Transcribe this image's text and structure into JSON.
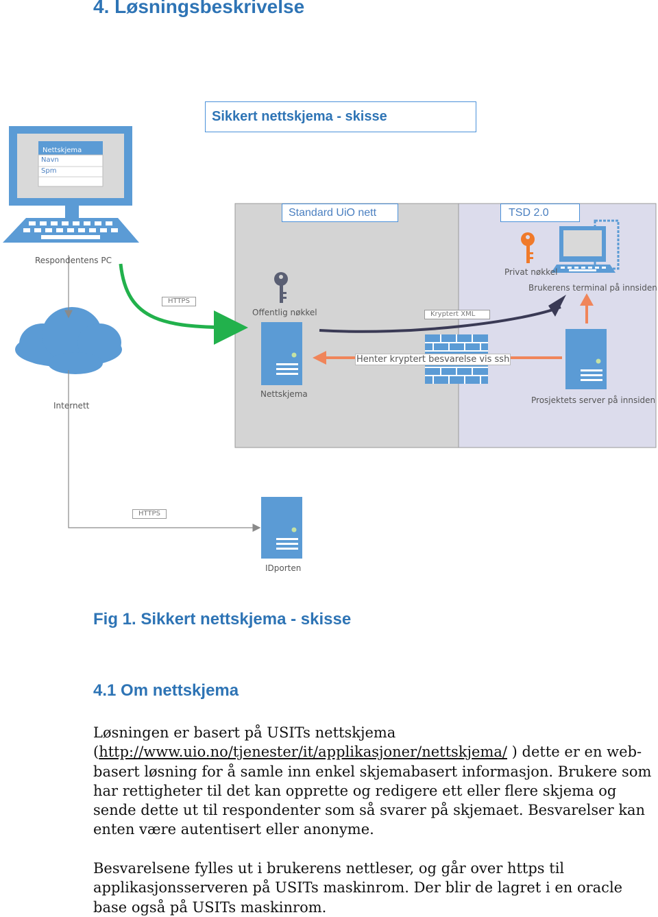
{
  "section_title": "4. Løsningsbeskrivelse",
  "diagram": {
    "title": "Sikkert nettskjema - skisse",
    "zone_uio": "Standard UiO nett",
    "zone_tsd": "TSD 2.0",
    "screen_form": {
      "header": "Nettskjema",
      "field1": "Navn",
      "field2": "Spm"
    },
    "respondent_pc": "Respondentens PC",
    "https_top": "HTTPS",
    "public_key": "Offentlig nøkkel",
    "encrypted_xml": "Kryptert XML",
    "private_key": "Privat nøkkel",
    "user_terminal": "Brukerens terminal på innsiden",
    "fetch_label": "Henter kryptert besvarelse vis ssh",
    "internet": "Internett",
    "nettskjema_server": "Nettskjema",
    "project_server": "Prosjektets server på innsiden",
    "https_bottom": "HTTPS",
    "idporten": "IDporten",
    "colors": {
      "accent": "#2e74b5",
      "server_blue": "#5b9bd5",
      "arrow_green": "#22b14c",
      "arrow_orange": "#f0855a",
      "arrow_dark": "#3a3a55",
      "zone_grey": "#d4d4d4",
      "zone_lavender": "#dcdcec"
    }
  },
  "figure_caption": "Fig 1. Sikkert nettskjema - skisse",
  "subsection_title": "4.1 Om nettskjema",
  "paragraph1": {
    "before_link": "Løsningen er basert på USITs nettskjema (",
    "link": "http://www.uio.no/tjenester/it/applikasjoner/nettskjema/",
    "after_link": " ) dette er en web-basert løsning for å samle inn enkel skjemabasert informasjon. Brukere som har rettigheter til det kan opprette og redigere ett eller flere skjema og sende dette ut til respondenter som så svarer på skjemaet. Besvarelser kan enten være autentisert eller anonyme."
  },
  "paragraph2": "Besvarelsene fylles ut i brukerens nettleser, og går over https til applikasjonsserveren på USITs maskinrom. Der blir de lagret i en oracle base også på USITs maskinrom."
}
